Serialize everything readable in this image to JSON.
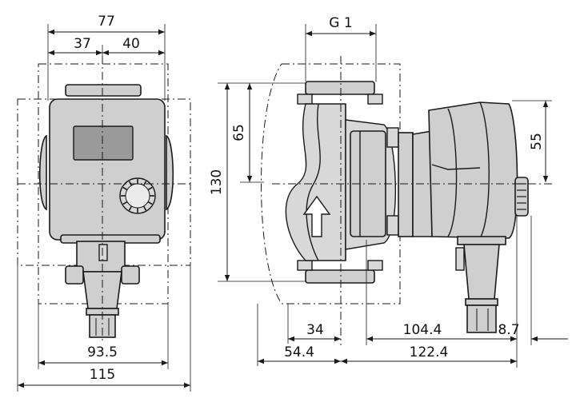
{
  "dimensions": {
    "top_overall": "77",
    "top_left": "37",
    "top_right": "40",
    "bottom_inner_width": "93.5",
    "bottom_overall_width": "115",
    "thread": "G 1",
    "height_total": "130",
    "height_upper": "65",
    "motor_height": "55",
    "offset_34": "34",
    "offset_54": "54.4",
    "motor_depth": "104.4",
    "overall_depth": "122.4",
    "knob_depth": "8.7"
  },
  "colors": {
    "line": "#1a1a1a",
    "fill": "#cfcfcf",
    "screen": "#9a9a9a",
    "background": "#ffffff"
  },
  "icons": {
    "flow_arrow": "arrow-up-icon",
    "knob": "adjust-knob-icon"
  }
}
